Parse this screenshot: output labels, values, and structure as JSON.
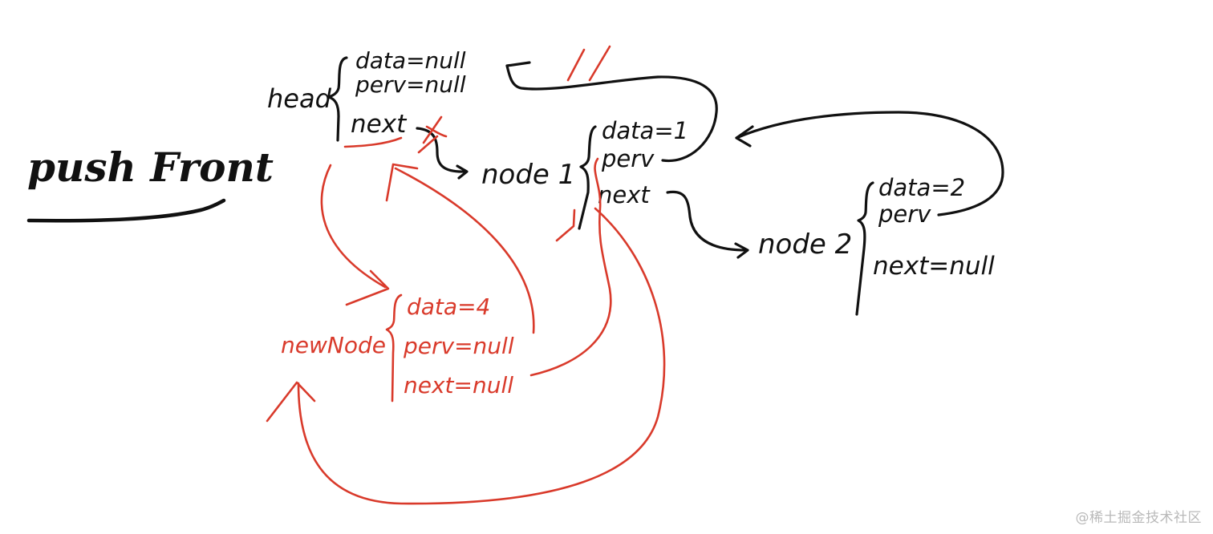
{
  "title": "push Front",
  "head": {
    "label": "head",
    "data": "data=null",
    "perv": "perv=null",
    "next": "next"
  },
  "node1": {
    "label": "node 1",
    "data": "data=1",
    "perv": "perv",
    "next": "next"
  },
  "node2": {
    "label": "node 2",
    "data": "data=2",
    "perv": "perv",
    "next": "next=null"
  },
  "newNode": {
    "label": "newNode",
    "data": "data=4",
    "perv": "perv=null",
    "next": "next=null"
  },
  "watermark": "@稀土掘金技术社区",
  "colors": {
    "ink": "#111111",
    "annotation": "#d93a2b",
    "watermark": "#b9b9b9"
  }
}
